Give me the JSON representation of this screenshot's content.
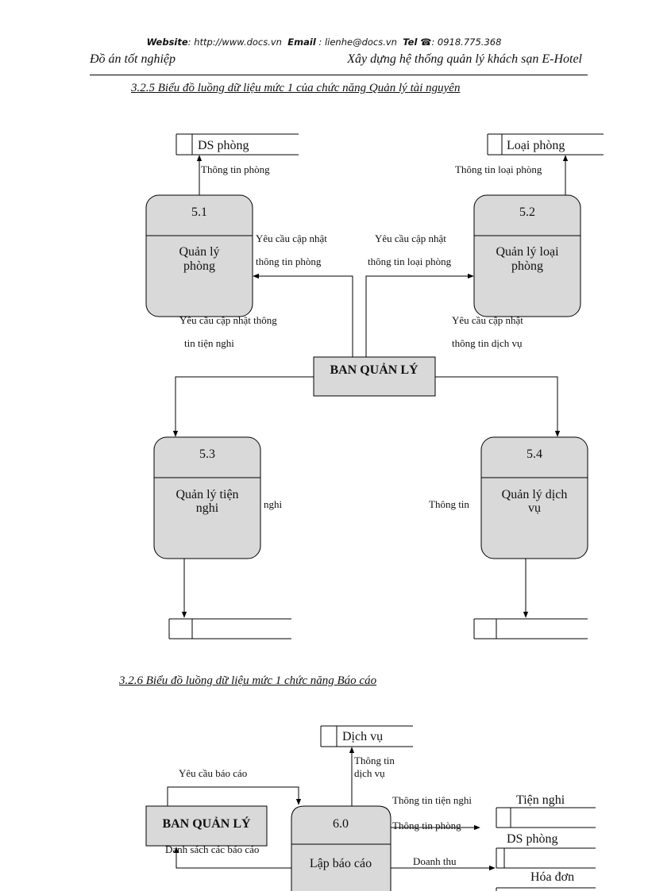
{
  "header": {
    "website_label": "Website",
    "website_value": ": http://www.docs.vn",
    "email_label": "Email",
    "email_value": ": lienhe@docs.vn",
    "tel_label": "Tel",
    "tel_icon": "phone-icon",
    "tel_value": ": 0918.775.368",
    "left": "Đồ án tốt nghiệp",
    "right": "Xây dựng hệ thống quản lý khách sạn E-Hotel"
  },
  "section_1": {
    "title": "3.2.5 Biểu đồ luồng dữ liệu mức 1 của chức năng Quản lý tài nguyên",
    "store_ds_phong": "DS phòng",
    "store_loai_phong": "Loại phòng",
    "p51_id": "5.1",
    "p51_name_1": "Quản lý",
    "p51_name_2": "phòng",
    "p52_id": "5.2",
    "p52_name_1": "Quản lý loại",
    "p52_name_2": "phòng",
    "p53_id": "5.3",
    "p53_name_1": "Quản lý tiện",
    "p53_name_2": "nghi",
    "p54_id": "5.4",
    "p54_name_1": "Quản lý dịch",
    "p54_name_2": "vụ",
    "external": "BAN QUẢN LÝ",
    "flow_thong_tin_phong": "Thông tin phòng",
    "flow_thong_tin_loai_phong": "Thông tin loại phòng",
    "flow_yc_phong_1": "Yêu cầu cập nhật",
    "flow_yc_phong_2": "thông tin phòng",
    "flow_yc_loai_1": "Yêu cầu cập nhật",
    "flow_yc_loai_2": "thông tin loại phòng",
    "flow_yc_tiennghi_1": "Yêu cầu cập nhật thông",
    "flow_yc_tiennghi_2": "tin tiện nghi",
    "flow_yc_dichvu_1": "Yêu cầu cập nhật",
    "flow_yc_dichvu_2": "thông tin dịch vụ",
    "flow_nghi": "nghi",
    "flow_thong_tin": "Thông tin"
  },
  "section_2": {
    "title": "3.2.6 Biểu đồ luồng dữ liệu mức 1 chức năng Báo cáo",
    "store_dich_vu": "Dịch vụ",
    "store_tien_nghi": "Tiện nghi",
    "store_ds_phong": "DS phòng",
    "store_hoa_don": "Hóa đơn",
    "external": "BAN QUẢN LÝ",
    "p60_id": "6.0",
    "p60_name": "Lập báo cáo",
    "flow_yeu_cau_bao_cao": "Yêu cầu báo cáo",
    "flow_danh_sach": "Danh sách các báo cáo",
    "flow_tt_dich_vu_1": "Thông tin",
    "flow_tt_dich_vu_2": "dịch vụ",
    "flow_tt_tien_nghi": "Thông tin tiện nghi",
    "flow_tt_phong": "Thông tin phòng",
    "flow_doanh_thu": "Doanh thu"
  },
  "colors": {
    "process_fill": "#d9d9d9",
    "entity_fill": "#d9d9d9",
    "line": "#000000"
  }
}
